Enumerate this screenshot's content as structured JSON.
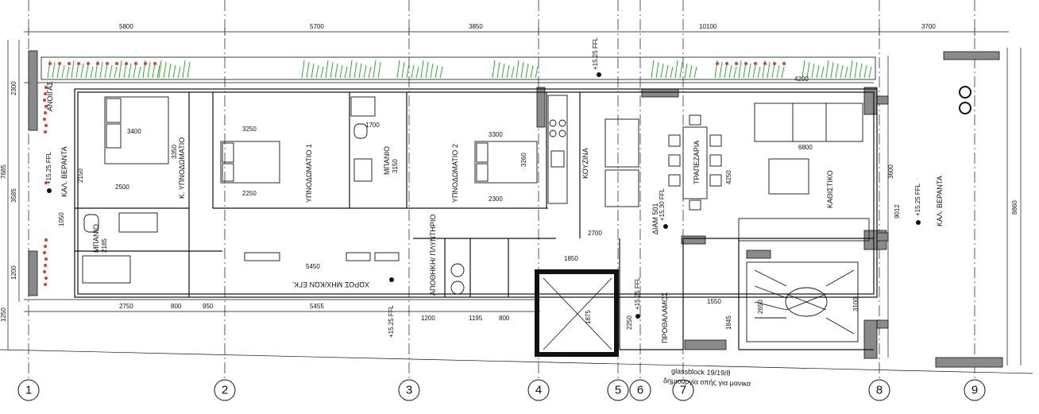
{
  "plan": {
    "axes": [
      "1",
      "2",
      "3",
      "4",
      "5",
      "6",
      "7",
      "8",
      "9"
    ],
    "top_dimensions": [
      "5800",
      "5700",
      "3850",
      "10100",
      "3700"
    ],
    "bottom_dimensions": [
      "2750",
      "800",
      "950",
      "5455",
      "1200",
      "1195",
      "800"
    ],
    "side_dimensions": [
      "2300",
      "3585",
      "1200",
      "1250",
      "7685"
    ],
    "rooms": {
      "master_bedroom": "Κ. ΥΠΝΟΔΩΜΑΤΙΟ",
      "master_bedroom_area": "3350",
      "bedroom1": "ΥΠΝΟΔΩΜΑΤΙΟ 1",
      "bedroom2": "ΥΠΝΟΔΩΜΑΤΙΟ 2",
      "bath_main": "ΜΠΑΝΙΟ",
      "bath_main_area": "3150",
      "bath_master": "ΜΠΑΝΙΟ",
      "bath_master_area": "2185",
      "kitchen": "ΚΟΥΖΙΝΑ",
      "dining": "ΤΡΑΠΕΖΑΡΙΑ",
      "living": "ΚΑΘΙΣΤΙΚΟ",
      "hall": "ΧΩΡΟΣ ΜΗΧ/ΚΩΝ ΕΓΚ.",
      "storage": "ΑΠΟΘΗΚΗ/ ΠΛΥΝΤΗΡΙΟ",
      "foyer": "ΠΡΟΘΑΛΑΜΟΣ",
      "veranda_left": "ΚΑΛ. ΒΕΡΑΝΤΑ",
      "veranda_right": "ΚΑΛ. ΒΕΡΑΝΤΑ",
      "anonas_left": "ΑΝΟΙΓΑΣ",
      "apartment": "ΔΙΑΜ 501",
      "glassblock": "glassblock 19/19/8",
      "bottom_note": "δημιουργία οπής για μανικα"
    },
    "levels": {
      "level_top": "+15.25 FFL",
      "level_left": "+15.25 FFL",
      "level_right": "+15.25 FFL",
      "level_apartment": "+15.30 FFL",
      "level_foyer": "+15.25 FFL",
      "level_bottom": "+15.25 FFL"
    },
    "interior_dims": {
      "d3400": "3400",
      "d2150": "2150",
      "d2500": "2500",
      "d1050": "1050",
      "d3250": "3250",
      "d2250": "2250",
      "d3300": "3300",
      "d3260": "3260",
      "d2300": "2300",
      "d1700": "1700",
      "d5450": "5450",
      "d6800": "6800",
      "d4250": "4250",
      "d2700": "2700",
      "d1850": "1850",
      "d1550": "1550",
      "d3100": "3100",
      "d3600": "3600",
      "d9012": "9012",
      "d8860": "8860",
      "d4200": "4200",
      "d1875": "1875",
      "d2250b": "2250",
      "d1845": "1845",
      "d2650": "2650"
    }
  },
  "colors": {
    "wall": "#808080",
    "line": "#111111",
    "plant_red": "#e03a3a",
    "plant_green": "#2fae36",
    "grid": "#333333"
  }
}
